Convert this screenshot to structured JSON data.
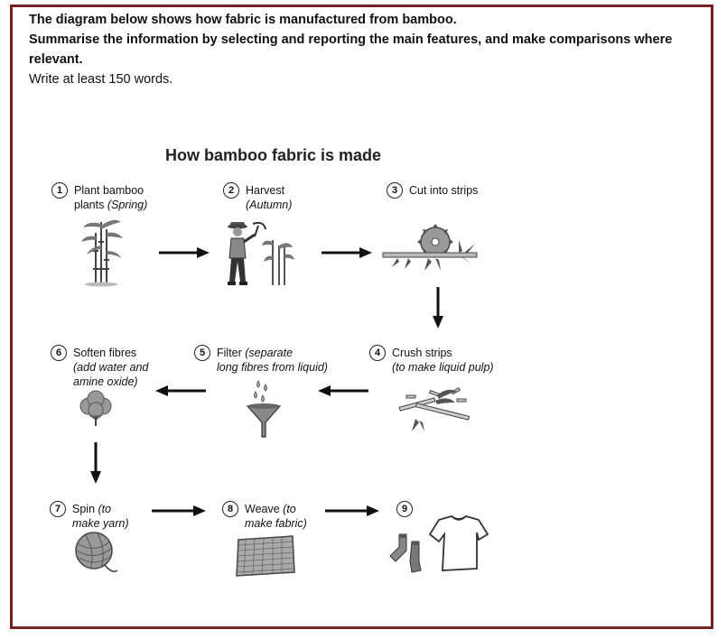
{
  "prompt": {
    "line1": "The diagram below shows how fabric is manufactured from bamboo.",
    "line2": "Summarise the information by selecting and reporting the main features, and make comparisons where relevant.",
    "line3": "Write at least 150 words."
  },
  "diagram": {
    "title": "How bamboo fabric is made",
    "steps": [
      {
        "n": "1",
        "main": "Plant bamboo",
        "rest": "plants ",
        "note": "(Spring)"
      },
      {
        "n": "2",
        "main": "Harvest",
        "note": "(Autumn)"
      },
      {
        "n": "3",
        "main": "Cut into strips"
      },
      {
        "n": "4",
        "main": "Crush strips",
        "note": "(to make liquid pulp)"
      },
      {
        "n": "5",
        "main": "Filter ",
        "note_a": "(separate",
        "note_b": "long fibres from liquid)"
      },
      {
        "n": "6",
        "main": "Soften fibres",
        "note_a": "(add water and",
        "note_b": "amine oxide)"
      },
      {
        "n": "7",
        "main": "Spin ",
        "note_a": "(to",
        "note_b": "make yarn)"
      },
      {
        "n": "8",
        "main": "Weave ",
        "note_a": "(to",
        "note_b": "make fabric)"
      },
      {
        "n": "9"
      }
    ],
    "icons": [
      "bamboo-plant-icon",
      "farmer-harvest-icon",
      "saw-blade-icon",
      "crushed-strips-icon",
      "funnel-icon",
      "cotton-icon",
      "yarn-ball-icon",
      "woven-fabric-icon",
      "tshirt-socks-icon"
    ]
  }
}
